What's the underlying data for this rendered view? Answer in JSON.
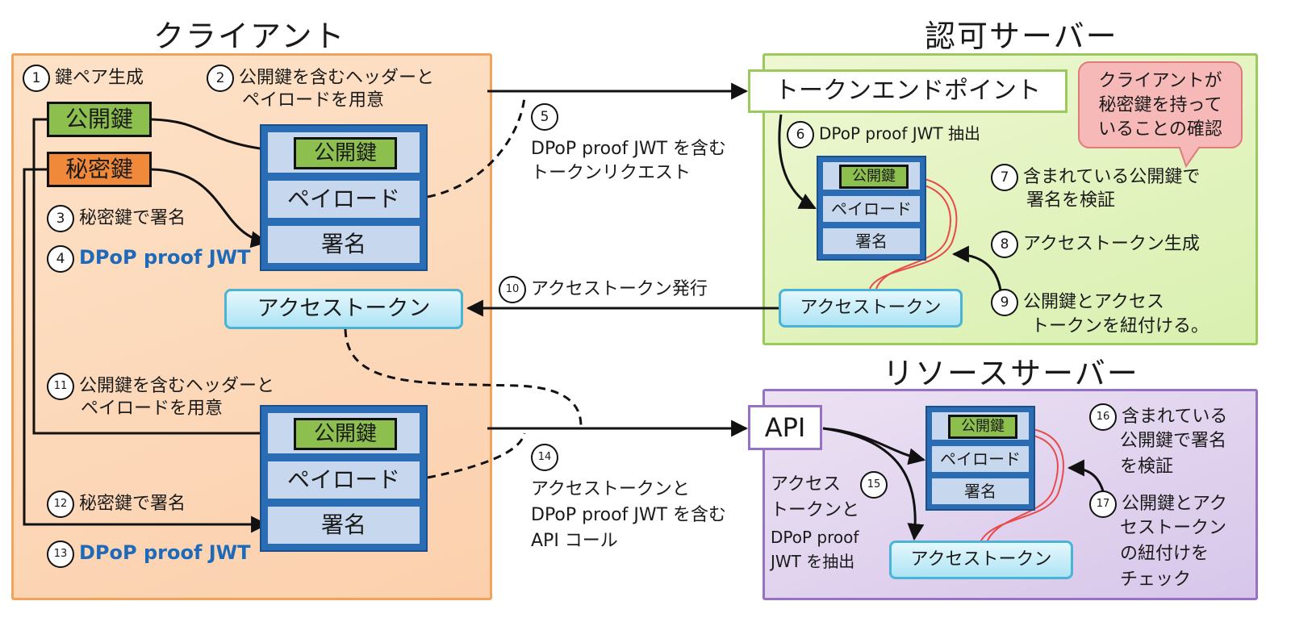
{
  "titles": {
    "client": "クライアント",
    "auth_server": "認可サーバー",
    "resource_server": "リソースサーバー"
  },
  "colors": {
    "client_panel": "#fcd0ad",
    "auth_panel": "#d9f0b0",
    "resource_panel": "#d7c6ea",
    "public_key": "#8cbf4e",
    "private_key": "#f08a3a",
    "jwt_blue": "#2a6db5",
    "token_cyan": "#aee4f5",
    "callout_pink": "#f7b8b8"
  },
  "client": {
    "step1": {
      "num": "1",
      "text": "鍵ペア生成"
    },
    "step2": {
      "num": "2",
      "line1": "公開鍵を含むヘッダーと",
      "line2": "ペイロードを用意"
    },
    "step3": {
      "num": "3",
      "text": "秘密鍵で署名"
    },
    "step4": {
      "num": "4",
      "text": "DPoP proof JWT"
    },
    "public_key": "公開鍵",
    "private_key": "秘密鍵",
    "jwt1": {
      "header": "公開鍵",
      "payload": "ペイロード",
      "signature": "署名"
    },
    "access_token": "アクセストークン",
    "step11": {
      "num": "11",
      "line1": "公開鍵を含むヘッダーと",
      "line2": "ペイロードを用意"
    },
    "step12": {
      "num": "12",
      "text": "秘密鍵で署名"
    },
    "step13": {
      "num": "13",
      "text": "DPoP proof JWT"
    },
    "jwt2": {
      "header": "公開鍵",
      "payload": "ペイロード",
      "signature": "署名"
    }
  },
  "messages": {
    "step5": {
      "num": "5",
      "line1": "DPoP proof JWT を含む",
      "line2": "トークンリクエスト"
    },
    "step10": {
      "num": "10",
      "text": "アクセストークン発行"
    },
    "step14": {
      "num": "14",
      "line1": "アクセストークンと",
      "line2": "DPoP proof JWT を含む",
      "line3": "API コール"
    }
  },
  "auth": {
    "endpoint": "トークンエンドポイント",
    "callout": {
      "line1": "クライアントが",
      "line2": "秘密鍵を持って",
      "line3": "いることの確認"
    },
    "step6": {
      "num": "6",
      "text": "DPoP proof JWT 抽出"
    },
    "jwt": {
      "header": "公開鍵",
      "payload": "ペイロード",
      "signature": "署名"
    },
    "step7": {
      "num": "7",
      "line1": "含まれている公開鍵で",
      "line2": "署名を検証"
    },
    "step8": {
      "num": "8",
      "text": "アクセストークン生成"
    },
    "step9": {
      "num": "9",
      "line1": "公開鍵とアクセス",
      "line2": "トークンを紐付ける。"
    },
    "access_token": "アクセストークン"
  },
  "resource": {
    "endpoint": "API",
    "jwt": {
      "header": "公開鍵",
      "payload": "ペイロード",
      "signature": "署名"
    },
    "step15": {
      "num": "15",
      "line1": "アクセス",
      "line2": "トークンと",
      "line3": "DPoP proof",
      "line4": "JWT を抽出"
    },
    "step16": {
      "num": "16",
      "line1": "含まれている",
      "line2": "公開鍵で署名",
      "line3": "を検証"
    },
    "step17": {
      "num": "17",
      "line1": "公開鍵とアク",
      "line2": "セストークン",
      "line3": "の紐付けを",
      "line4": "チェック"
    },
    "access_token": "アクセストークン"
  }
}
